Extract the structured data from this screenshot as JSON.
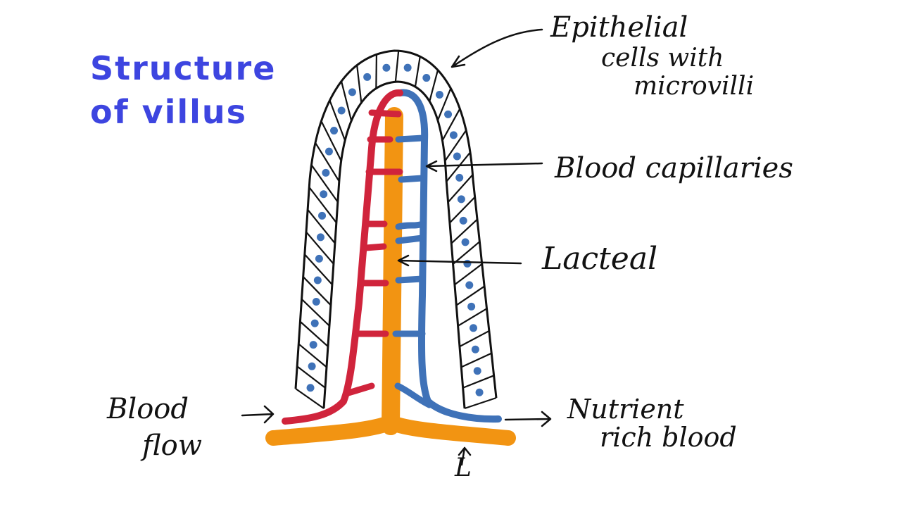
{
  "title": {
    "line1": "Structure",
    "line2": "of villus"
  },
  "labels": {
    "epithelial_line1": "Epithelial",
    "epithelial_line2": "cells with",
    "epithelial_line3": "microvilli",
    "blood_capillaries": "Blood capillaries",
    "lacteal": "Lacteal",
    "blood_flow_line1": "Blood",
    "blood_flow_line2": "flow",
    "nutrient_line1": "Nutrient",
    "nutrient_line2": "rich blood",
    "bottom_mark": "L"
  },
  "colors": {
    "title": "#3d45e0",
    "artery": "#d0243c",
    "vein": "#3f72b8",
    "lacteal": "#f29412",
    "nucleus": "#3f72b8",
    "outline": "#111111"
  }
}
